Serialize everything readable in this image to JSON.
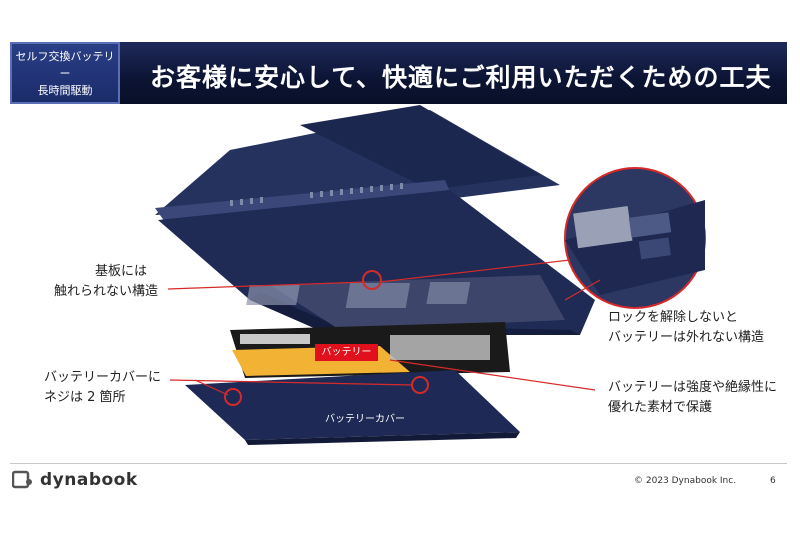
{
  "header": {
    "tag_line1": "セルフ交換バッテリー",
    "tag_line2": "長時間駆動",
    "title": "お客様に安心して、快適にご利用いただくための工夫"
  },
  "illustration": {
    "battery_label": "バッテリー",
    "cover_label": "バッテリーカバー"
  },
  "callouts": {
    "board_line1": "基板には",
    "board_line2": "触れられない構造",
    "screws_line1": "バッテリーカバーに",
    "screws_line2": "ネジは 2 箇所",
    "lock_line1": "ロックを解除しないと",
    "lock_line2": "バッテリーは外れない構造",
    "material_line1": "バッテリーは強度や絶縁性に",
    "material_line2": "優れた素材で保護"
  },
  "footer": {
    "brand": "dynabook",
    "copyright": "© 2023 Dynabook Inc.",
    "page": "6"
  },
  "colors": {
    "header_bg": "#0c1434",
    "tag_bg": "#1b2c6a",
    "laptop_navy": "#1e2b55",
    "callout_red": "#d62a2a",
    "battery_red": "#e0111d"
  }
}
